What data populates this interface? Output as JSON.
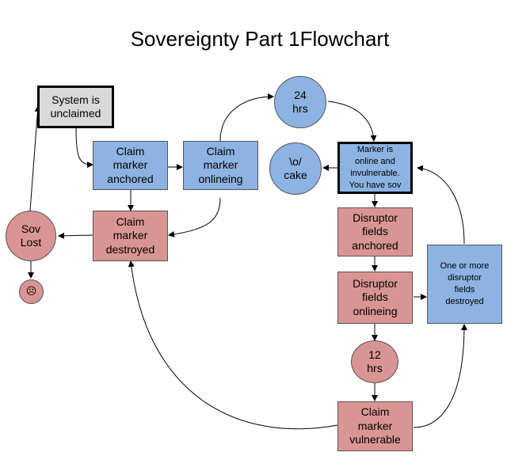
{
  "title": "Sovereignty Part 1Flowchart",
  "nodes": {
    "system_unclaimed": "System is\nunclaimed",
    "claim_anchored": "Claim\nmarker\nanchored",
    "claim_onlineing": "Claim\nmarker\nonlineing",
    "claim_destroyed": "Claim\nmarker\ndestroyed",
    "sov_lost": "Sov\nLost",
    "sad_face": "☹",
    "hrs24": "24\nhrs",
    "cake": "\\o/\ncake",
    "marker_online": "Marker is\nonline and\ninvulnerable.\nYou have sov",
    "disruptor_anchored": "Disruptor\nfields\nanchored",
    "disruptor_onlineing": "Disruptor\nfields\nonlineing",
    "disruptor_destroyed": "One or more\ndisruptor\nfields\ndestroyed",
    "hrs12": "12\nhrs",
    "claim_vulnerable": "Claim\nmarker\nvulnerable"
  },
  "colors": {
    "blue_fill": "#8db3e2",
    "red_fill": "#d99594",
    "grey_fill": "#d9d9d9"
  }
}
